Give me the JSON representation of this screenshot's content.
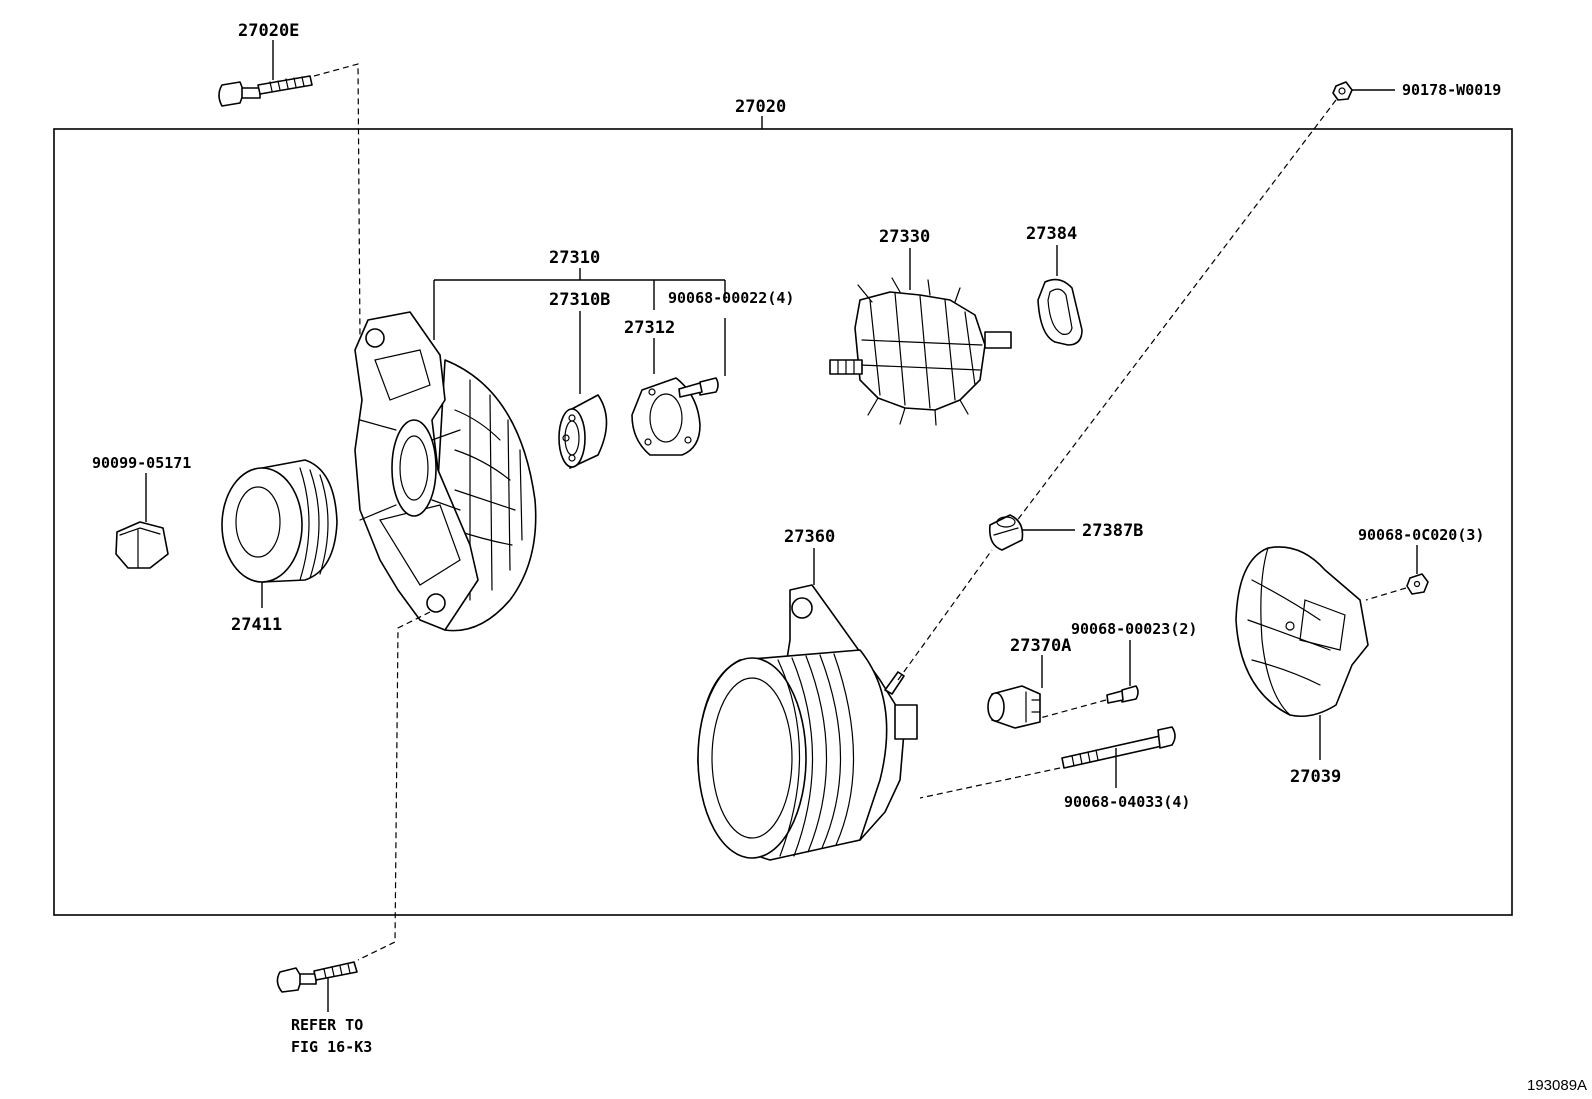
{
  "figure_id": "193089A",
  "assembly": {
    "part_no": "27020"
  },
  "callouts": {
    "bolt_top": "27020E",
    "bolt_bottom_ref_line1": "REFER TO",
    "bolt_bottom_ref_line2": "FIG 16-K3",
    "nut_top_right": "90178-W0019",
    "frame_drive_end": "27310",
    "bearing": "27310B",
    "retainer": "27312",
    "retainer_screw": "90068-00022(4)",
    "rotor": "27330",
    "bearing_cover": "27384",
    "pulley_nut": "90099-05171",
    "pulley": "27411",
    "stator_frame": "27360",
    "terminal_insulator": "27387B",
    "cover_nut": "90068-0C020(3)",
    "brush_holder": "27370A",
    "brush_screw": "90068-00023(2)",
    "through_bolt": "90068-04033(4)",
    "rear_cover": "27039"
  }
}
